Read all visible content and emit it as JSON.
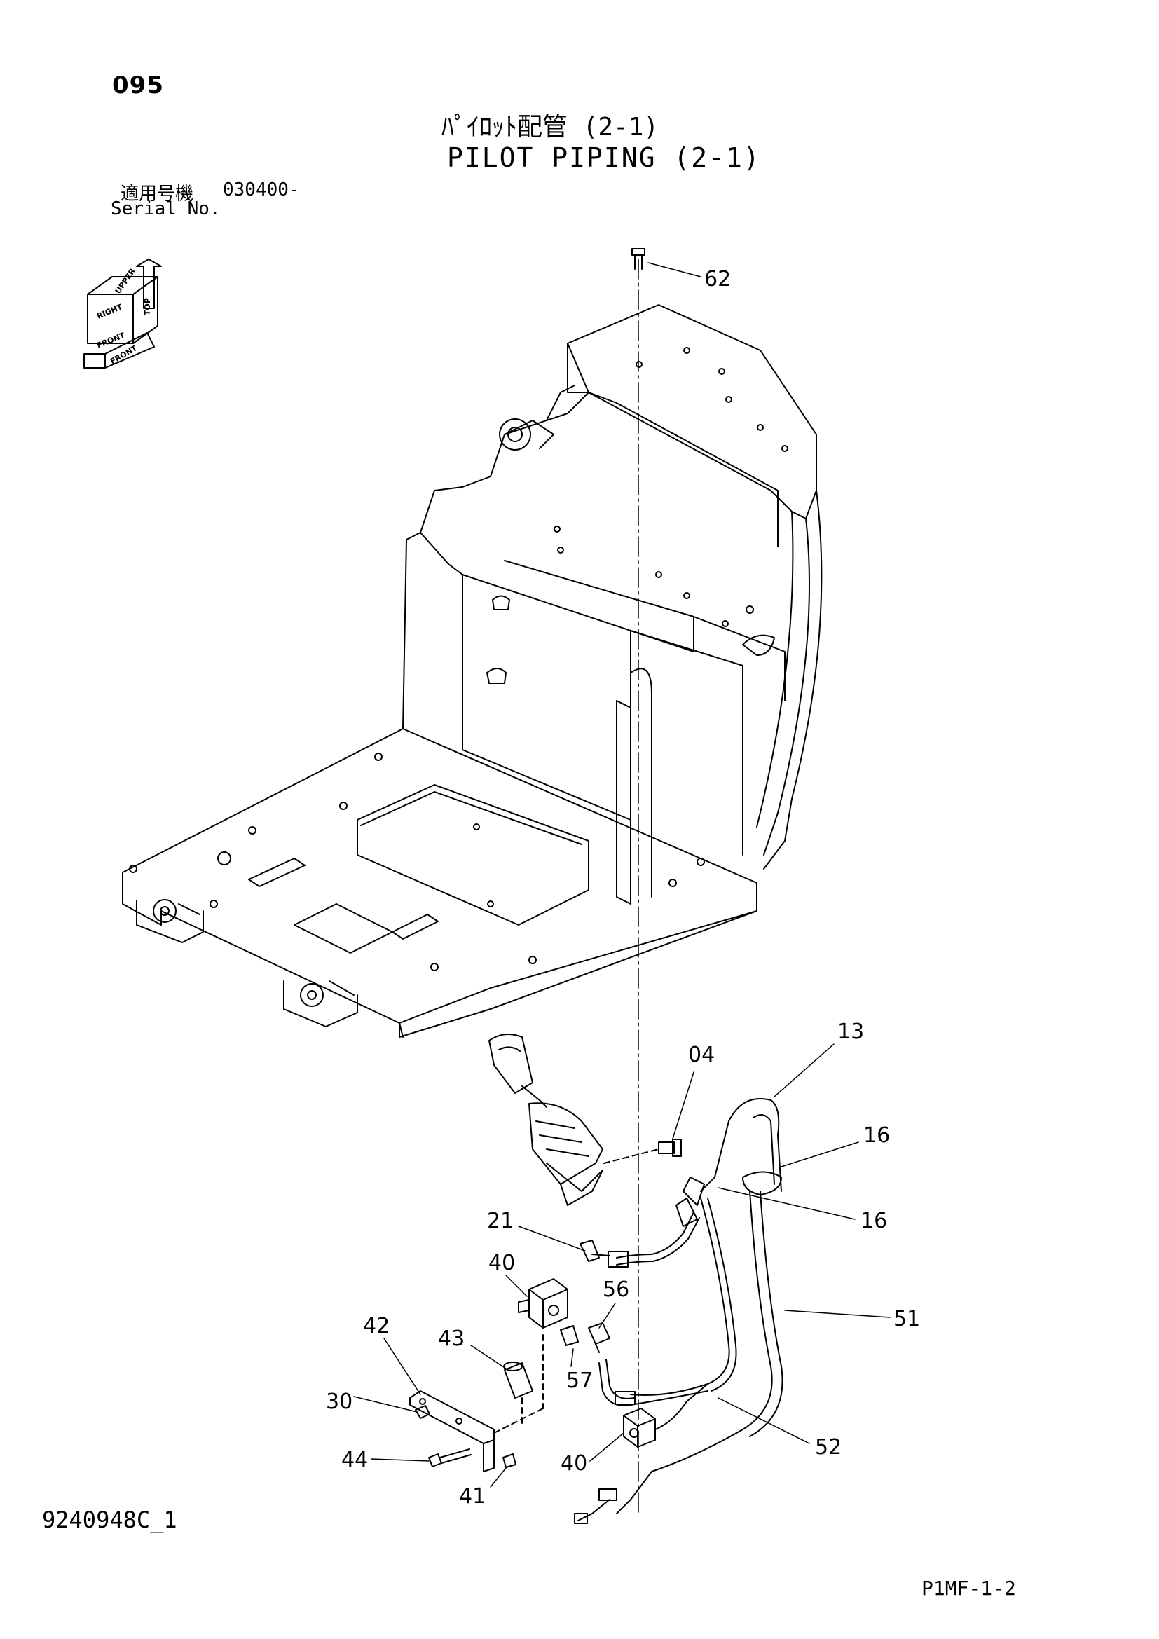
{
  "header": {
    "page_number": "095",
    "title_jp": "ﾊﾟｲﾛｯﾄ配管 (2-1)",
    "title_en": "PILOT PIPING (2-1)",
    "serial_label_jp": "適用号機",
    "serial_value": "030400-",
    "serial_label_en": "Serial No."
  },
  "direction_indicator": {
    "labels": [
      "TOP",
      "RIGHT",
      "FRONT",
      "UPPER",
      "FRONT"
    ]
  },
  "callouts": [
    {
      "id": "62",
      "label": "62"
    },
    {
      "id": "13",
      "label": "13"
    },
    {
      "id": "04",
      "label": "04"
    },
    {
      "id": "16a",
      "label": "16"
    },
    {
      "id": "16b",
      "label": "16"
    },
    {
      "id": "21",
      "label": "21"
    },
    {
      "id": "40a",
      "label": "40"
    },
    {
      "id": "56",
      "label": "56"
    },
    {
      "id": "51",
      "label": "51"
    },
    {
      "id": "42",
      "label": "42"
    },
    {
      "id": "43",
      "label": "43"
    },
    {
      "id": "57",
      "label": "57"
    },
    {
      "id": "30",
      "label": "30"
    },
    {
      "id": "52",
      "label": "52"
    },
    {
      "id": "44",
      "label": "44"
    },
    {
      "id": "40b",
      "label": "40"
    },
    {
      "id": "41",
      "label": "41"
    }
  ],
  "footer": {
    "drawing_number": "9240948C_1",
    "page_code": "P1MF-1-2"
  }
}
